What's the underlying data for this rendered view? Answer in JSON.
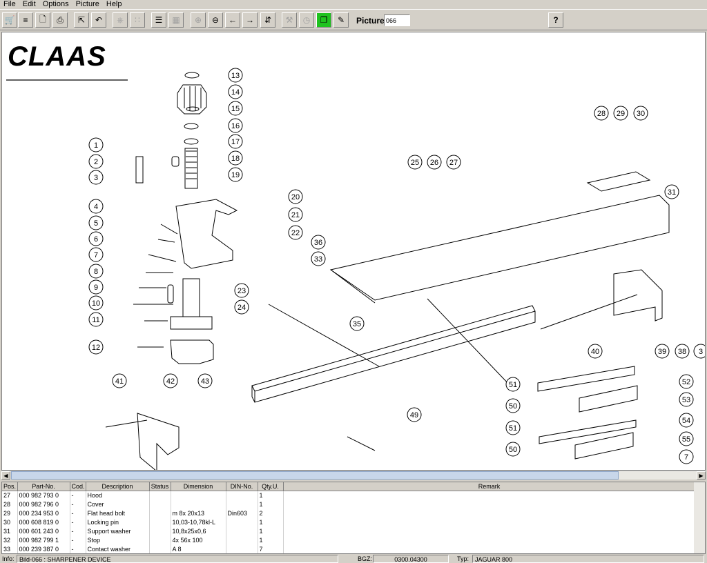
{
  "menu": [
    "File",
    "Edit",
    "Options",
    "Picture",
    "Help"
  ],
  "toolbar": {
    "picture_label": "Picture",
    "picture_value": "066",
    "help_label": "?"
  },
  "drawing": {
    "logo": "CLAAS",
    "callouts": [
      "13",
      "14",
      "15",
      "16",
      "17",
      "18",
      "19",
      "1",
      "2",
      "3",
      "4",
      "5",
      "6",
      "7",
      "8",
      "9",
      "10",
      "11",
      "12",
      "20",
      "21",
      "22",
      "23",
      "24",
      "25",
      "26",
      "27",
      "28",
      "29",
      "30",
      "31",
      "36",
      "33",
      "35",
      "39",
      "38",
      "3",
      "40",
      "41",
      "42",
      "43",
      "49",
      "51",
      "52",
      "50",
      "53",
      "54",
      "55",
      "7",
      "50",
      "51"
    ]
  },
  "table": {
    "columns": [
      "Pos.",
      "Part-No.",
      "Cod.",
      "Description",
      "Status",
      "Dimension",
      "DIN-No.",
      "Qty.U.",
      "Remark"
    ],
    "rows": [
      [
        "27",
        "000 982 793 0",
        "-",
        "Hood",
        "",
        "",
        "",
        "1",
        ""
      ],
      [
        "28",
        "000 982 796 0",
        "-",
        "Cover",
        "",
        "",
        "",
        "1",
        ""
      ],
      [
        "29",
        "000 234 953 0",
        "-",
        "Flat head bolt",
        "",
        "m 8x 20x13",
        "Din603",
        "2",
        ""
      ],
      [
        "30",
        "000 608 819 0",
        "-",
        "Locking pin",
        "",
        "10,03-10,78kl-L",
        "",
        "1",
        ""
      ],
      [
        "31",
        "000 601 243 0",
        "-",
        "Support washer",
        "",
        "10,8x25x0,6",
        "",
        "1",
        ""
      ],
      [
        "32",
        "000 982 799 1",
        "-",
        "Stop",
        "",
        "4x  56x 100",
        "",
        "1",
        ""
      ],
      [
        "33",
        "000 239 387 0",
        "-",
        "Contact washer",
        "",
        "A 8",
        "",
        "7",
        ""
      ]
    ]
  },
  "status": {
    "info_label": "Info:",
    "info_value": "Bild-066 : SHARPENER DEVICE",
    "bgz_label": "BGZ:",
    "bgz_value": "0300.04300",
    "typ_label": "Typ:",
    "typ_value": "JAGUAR 800"
  }
}
